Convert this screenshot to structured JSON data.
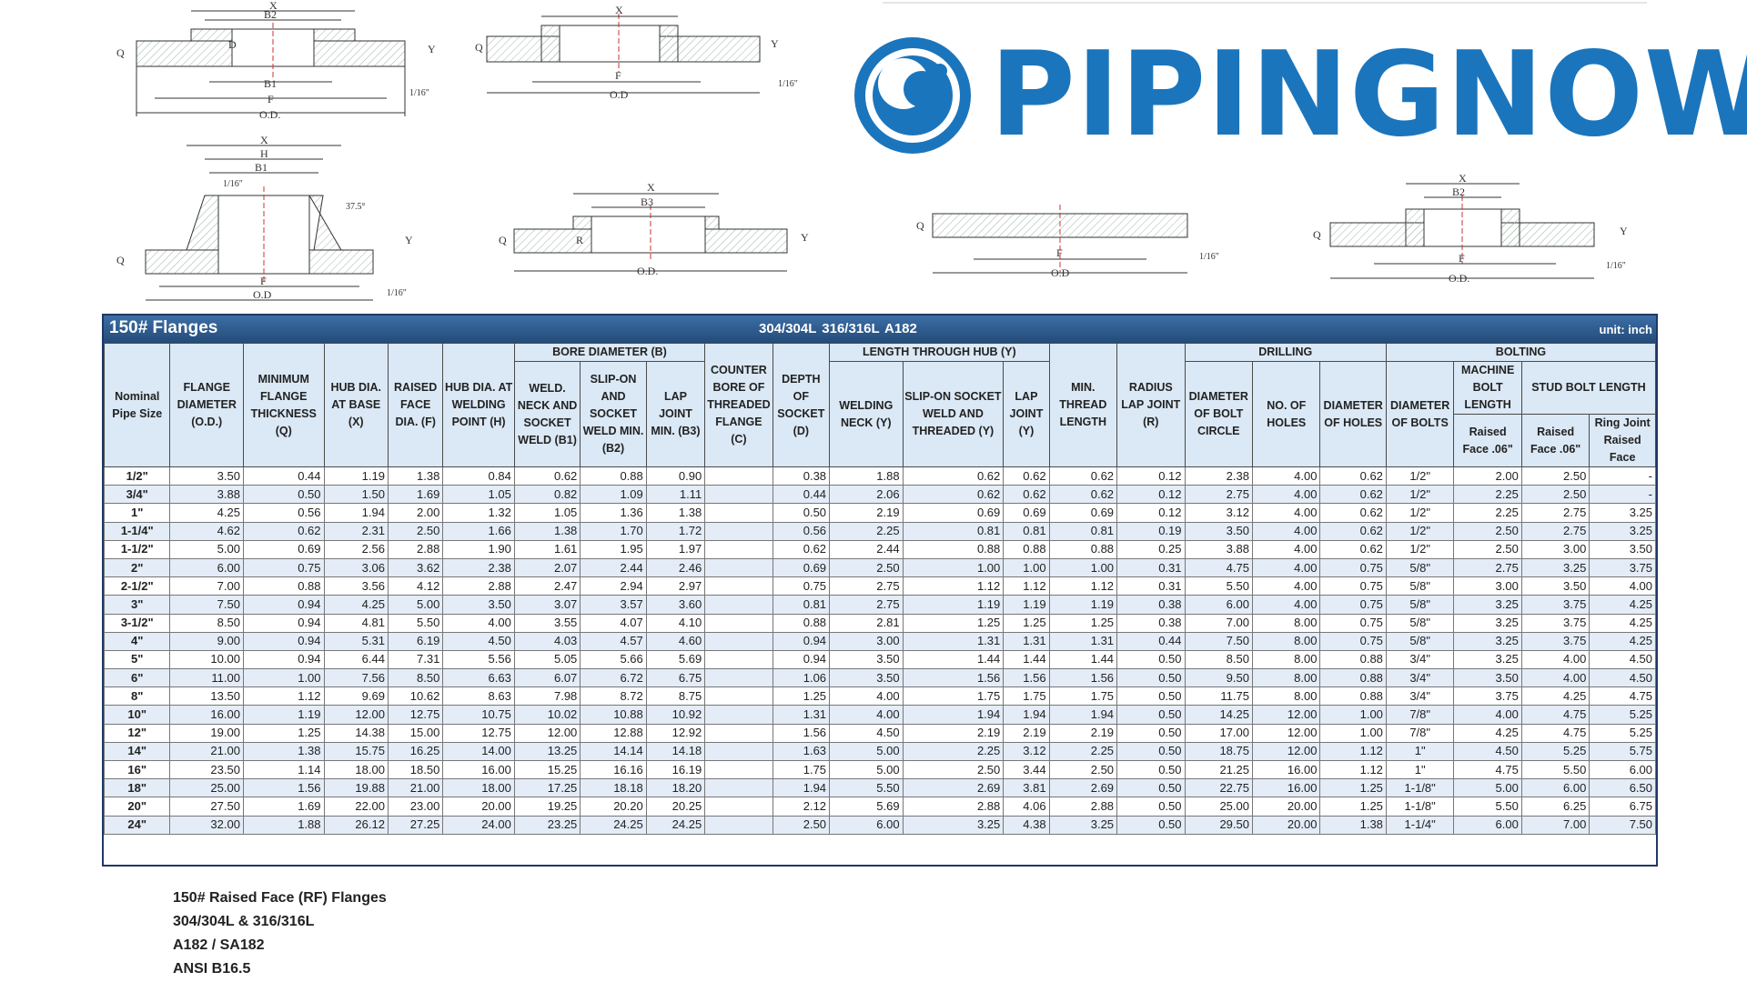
{
  "brand": {
    "name": "PIPINGNOW",
    "color": "#1b75bc"
  },
  "drawings": {
    "weld_neck_hub_top": {
      "labels": [
        "X",
        "B2",
        "D",
        "Q",
        "Y",
        "B1",
        "F",
        "O.D.",
        "1/16\""
      ]
    },
    "threaded_top": {
      "labels": [
        "X",
        "Q",
        "Y",
        "F",
        "O.D",
        "1/16\""
      ]
    },
    "weld_neck": {
      "labels": [
        "X",
        "H",
        "B1",
        "1/16\"",
        "37.5°",
        "Q",
        "Y",
        "F",
        "O.D",
        "1/16\""
      ]
    },
    "lap_joint": {
      "labels": [
        "X",
        "B3",
        "R",
        "Q",
        "Y",
        "O.D."
      ]
    },
    "blind": {
      "labels": [
        "Q",
        "F",
        "O.D",
        "1/16\""
      ]
    },
    "slip_on": {
      "labels": [
        "X",
        "B2",
        "Q",
        "Y",
        "F",
        "O.D.",
        "1/16\""
      ]
    }
  },
  "table": {
    "title": "150# Flanges",
    "materials": "304/304L  316/316L  A182",
    "unit": "unit: inch",
    "groups": {
      "bore": "BORE DIAMETER (B)",
      "length": "LENGTH THROUGH HUB (Y)",
      "drilling": "DRILLING",
      "bolting": "BOLTING",
      "stud": "STUD BOLT LENGTH"
    },
    "headers": {
      "nps": "Nominal Pipe Size",
      "od": "FLANGE DIAMETER (O.D.)",
      "q": "MINIMUM FLANGE THICKNESS (Q)",
      "x": "HUB DIA. AT BASE (X)",
      "f": "RAISED FACE DIA. (F)",
      "h": "HUB DIA. AT WELDING POINT (H)",
      "b1": "WELD. NECK AND SOCKET WELD (B1)",
      "b2": "SLIP-ON AND SOCKET WELD MIN. (B2)",
      "b3": "LAP JOINT MIN. (B3)",
      "c": "COUNTER BORE OF THREADED FLANGE (C)",
      "d": "DEPTH OF SOCKET (D)",
      "wn": "WELDING NECK (Y)",
      "so": "SLIP-ON SOCKET WELD AND THREADED (Y)",
      "lj": "LAP JOINT (Y)",
      "thread": "MIN. THREAD LENGTH",
      "radius": "RADIUS LAP JOINT (R)",
      "bc": "DIAMETER OF BOLT CIRCLE",
      "holes": "NO. OF HOLES",
      "dholes": "DIAMETER OF HOLES",
      "dbolts": "DIAMETER OF BOLTS",
      "machine": "MACHINE BOLT LENGTH",
      "rf1": "Raised Face .06\"",
      "rf2": "Raised Face .06\"",
      "rj": "Ring Joint Raised Face"
    },
    "rows": [
      [
        "1/2\"",
        "3.50",
        "0.44",
        "1.19",
        "1.38",
        "0.84",
        "0.62",
        "0.88",
        "0.90",
        "",
        "0.38",
        "1.88",
        "0.62",
        "0.62",
        "0.62",
        "0.12",
        "2.38",
        "4.00",
        "0.62",
        "1/2\"",
        "2.00",
        "2.50",
        "-"
      ],
      [
        "3/4\"",
        "3.88",
        "0.50",
        "1.50",
        "1.69",
        "1.05",
        "0.82",
        "1.09",
        "1.11",
        "",
        "0.44",
        "2.06",
        "0.62",
        "0.62",
        "0.62",
        "0.12",
        "2.75",
        "4.00",
        "0.62",
        "1/2\"",
        "2.25",
        "2.50",
        "-"
      ],
      [
        "1\"",
        "4.25",
        "0.56",
        "1.94",
        "2.00",
        "1.32",
        "1.05",
        "1.36",
        "1.38",
        "",
        "0.50",
        "2.19",
        "0.69",
        "0.69",
        "0.69",
        "0.12",
        "3.12",
        "4.00",
        "0.62",
        "1/2\"",
        "2.25",
        "2.75",
        "3.25"
      ],
      [
        "1-1/4\"",
        "4.62",
        "0.62",
        "2.31",
        "2.50",
        "1.66",
        "1.38",
        "1.70",
        "1.72",
        "",
        "0.56",
        "2.25",
        "0.81",
        "0.81",
        "0.81",
        "0.19",
        "3.50",
        "4.00",
        "0.62",
        "1/2\"",
        "2.50",
        "2.75",
        "3.25"
      ],
      [
        "1-1/2\"",
        "5.00",
        "0.69",
        "2.56",
        "2.88",
        "1.90",
        "1.61",
        "1.95",
        "1.97",
        "",
        "0.62",
        "2.44",
        "0.88",
        "0.88",
        "0.88",
        "0.25",
        "3.88",
        "4.00",
        "0.62",
        "1/2\"",
        "2.50",
        "3.00",
        "3.50"
      ],
      [
        "2\"",
        "6.00",
        "0.75",
        "3.06",
        "3.62",
        "2.38",
        "2.07",
        "2.44",
        "2.46",
        "",
        "0.69",
        "2.50",
        "1.00",
        "1.00",
        "1.00",
        "0.31",
        "4.75",
        "4.00",
        "0.75",
        "5/8\"",
        "2.75",
        "3.25",
        "3.75"
      ],
      [
        "2-1/2\"",
        "7.00",
        "0.88",
        "3.56",
        "4.12",
        "2.88",
        "2.47",
        "2.94",
        "2.97",
        "",
        "0.75",
        "2.75",
        "1.12",
        "1.12",
        "1.12",
        "0.31",
        "5.50",
        "4.00",
        "0.75",
        "5/8\"",
        "3.00",
        "3.50",
        "4.00"
      ],
      [
        "3\"",
        "7.50",
        "0.94",
        "4.25",
        "5.00",
        "3.50",
        "3.07",
        "3.57",
        "3.60",
        "",
        "0.81",
        "2.75",
        "1.19",
        "1.19",
        "1.19",
        "0.38",
        "6.00",
        "4.00",
        "0.75",
        "5/8\"",
        "3.25",
        "3.75",
        "4.25"
      ],
      [
        "3-1/2\"",
        "8.50",
        "0.94",
        "4.81",
        "5.50",
        "4.00",
        "3.55",
        "4.07",
        "4.10",
        "",
        "0.88",
        "2.81",
        "1.25",
        "1.25",
        "1.25",
        "0.38",
        "7.00",
        "8.00",
        "0.75",
        "5/8\"",
        "3.25",
        "3.75",
        "4.25"
      ],
      [
        "4\"",
        "9.00",
        "0.94",
        "5.31",
        "6.19",
        "4.50",
        "4.03",
        "4.57",
        "4.60",
        "",
        "0.94",
        "3.00",
        "1.31",
        "1.31",
        "1.31",
        "0.44",
        "7.50",
        "8.00",
        "0.75",
        "5/8\"",
        "3.25",
        "3.75",
        "4.25"
      ],
      [
        "5\"",
        "10.00",
        "0.94",
        "6.44",
        "7.31",
        "5.56",
        "5.05",
        "5.66",
        "5.69",
        "",
        "0.94",
        "3.50",
        "1.44",
        "1.44",
        "1.44",
        "0.50",
        "8.50",
        "8.00",
        "0.88",
        "3/4\"",
        "3.25",
        "4.00",
        "4.50"
      ],
      [
        "6\"",
        "11.00",
        "1.00",
        "7.56",
        "8.50",
        "6.63",
        "6.07",
        "6.72",
        "6.75",
        "",
        "1.06",
        "3.50",
        "1.56",
        "1.56",
        "1.56",
        "0.50",
        "9.50",
        "8.00",
        "0.88",
        "3/4\"",
        "3.50",
        "4.00",
        "4.50"
      ],
      [
        "8\"",
        "13.50",
        "1.12",
        "9.69",
        "10.62",
        "8.63",
        "7.98",
        "8.72",
        "8.75",
        "",
        "1.25",
        "4.00",
        "1.75",
        "1.75",
        "1.75",
        "0.50",
        "11.75",
        "8.00",
        "0.88",
        "3/4\"",
        "3.75",
        "4.25",
        "4.75"
      ],
      [
        "10\"",
        "16.00",
        "1.19",
        "12.00",
        "12.75",
        "10.75",
        "10.02",
        "10.88",
        "10.92",
        "",
        "1.31",
        "4.00",
        "1.94",
        "1.94",
        "1.94",
        "0.50",
        "14.25",
        "12.00",
        "1.00",
        "7/8\"",
        "4.00",
        "4.75",
        "5.25"
      ],
      [
        "12\"",
        "19.00",
        "1.25",
        "14.38",
        "15.00",
        "12.75",
        "12.00",
        "12.88",
        "12.92",
        "",
        "1.56",
        "4.50",
        "2.19",
        "2.19",
        "2.19",
        "0.50",
        "17.00",
        "12.00",
        "1.00",
        "7/8\"",
        "4.25",
        "4.75",
        "5.25"
      ],
      [
        "14\"",
        "21.00",
        "1.38",
        "15.75",
        "16.25",
        "14.00",
        "13.25",
        "14.14",
        "14.18",
        "",
        "1.63",
        "5.00",
        "2.25",
        "3.12",
        "2.25",
        "0.50",
        "18.75",
        "12.00",
        "1.12",
        "1\"",
        "4.50",
        "5.25",
        "5.75"
      ],
      [
        "16\"",
        "23.50",
        "1.14",
        "18.00",
        "18.50",
        "16.00",
        "15.25",
        "16.16",
        "16.19",
        "",
        "1.75",
        "5.00",
        "2.50",
        "3.44",
        "2.50",
        "0.50",
        "21.25",
        "16.00",
        "1.12",
        "1\"",
        "4.75",
        "5.50",
        "6.00"
      ],
      [
        "18\"",
        "25.00",
        "1.56",
        "19.88",
        "21.00",
        "18.00",
        "17.25",
        "18.18",
        "18.20",
        "",
        "1.94",
        "5.50",
        "2.69",
        "3.81",
        "2.69",
        "0.50",
        "22.75",
        "16.00",
        "1.25",
        "1-1/8\"",
        "5.00",
        "6.00",
        "6.50"
      ],
      [
        "20\"",
        "27.50",
        "1.69",
        "22.00",
        "23.00",
        "20.00",
        "19.25",
        "20.20",
        "20.25",
        "",
        "2.12",
        "5.69",
        "2.88",
        "4.06",
        "2.88",
        "0.50",
        "25.00",
        "20.00",
        "1.25",
        "1-1/8\"",
        "5.50",
        "6.25",
        "6.75"
      ],
      [
        "24\"",
        "32.00",
        "1.88",
        "26.12",
        "27.25",
        "24.00",
        "23.25",
        "24.25",
        "24.25",
        "",
        "2.50",
        "6.00",
        "3.25",
        "4.38",
        "3.25",
        "0.50",
        "29.50",
        "20.00",
        "1.38",
        "1-1/4\"",
        "6.00",
        "7.00",
        "7.50"
      ]
    ]
  },
  "notes": [
    "150# Raised Face (RF) Flanges",
    "304/304L & 316/316L",
    "A182 / SA182",
    "ANSI B16.5"
  ]
}
